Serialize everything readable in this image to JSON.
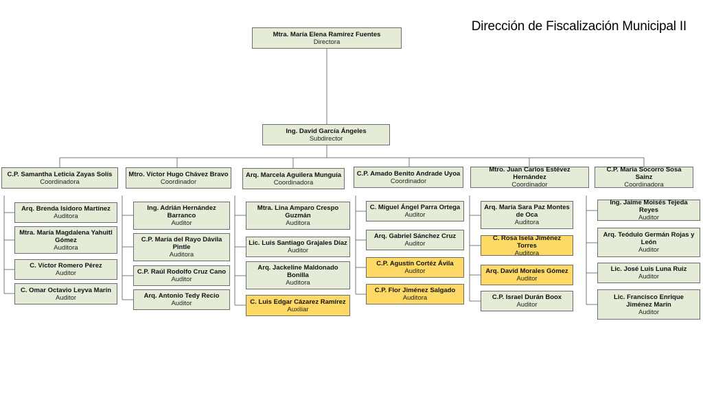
{
  "title": "Dirección de Fiscalización Municipal II",
  "director": {
    "name": "Mtra. María Elena Ramírez Fuentes",
    "role": "Directora"
  },
  "subdirector": {
    "name": "Ing. David García Ángeles",
    "role": "Subdirector"
  },
  "columns": [
    {
      "coordinator": {
        "name": "C.P. Samantha Leticia Zayas Solís",
        "role": "Coordinadora"
      },
      "members": [
        {
          "name": "Arq. Brenda Isidoro Martínez",
          "role": "Auditora",
          "highlight": false
        },
        {
          "name": "Mtra. María Magdalena Yahuitl Gómez",
          "role": "Auditora",
          "highlight": false
        },
        {
          "name": "C. Víctor Romero Pérez",
          "role": "Auditor",
          "highlight": false
        },
        {
          "name": "C. Omar Octavio Leyva Marín",
          "role": "Auditor",
          "highlight": false
        }
      ]
    },
    {
      "coordinator": {
        "name": "Mtro. Víctor Hugo Chávez Bravo",
        "role": "Coordinador"
      },
      "members": [
        {
          "name": "Ing. Adrián Hernández Barranco",
          "role": "Auditor",
          "highlight": false
        },
        {
          "name": "C.P. María del Rayo Dávila Pintle",
          "role": "Auditora",
          "highlight": false
        },
        {
          "name": "C.P. Raúl Rodolfo Cruz Cano",
          "role": "Auditor",
          "highlight": false
        },
        {
          "name": "Arq. Antonio Tedy Recio",
          "role": "Auditor",
          "highlight": false
        }
      ]
    },
    {
      "coordinator": {
        "name": "Arq. Marcela Aguilera Munguía",
        "role": "Coordinadora"
      },
      "members": [
        {
          "name": "Mtra. Lina Amparo Crespo Guzmán",
          "role": "Auditora",
          "highlight": false
        },
        {
          "name": "Lic. Luis Santiago Grajales Díaz",
          "role": "Auditor",
          "highlight": false
        },
        {
          "name": "Arq. Jackeline Maldonado Bonilla",
          "role": "Auditora",
          "highlight": false
        },
        {
          "name": "C. Luis Edgar Cázarez Ramírez",
          "role": "Auxiliar",
          "highlight": true
        }
      ]
    },
    {
      "coordinator": {
        "name": "C.P. Amado Benito Andrade Uyoa",
        "role": "Coordinador"
      },
      "members": [
        {
          "name": "C. Miguel Ángel Parra Ortega",
          "role": "Auditor",
          "highlight": false
        },
        {
          "name": "Arq. Gabriel Sánchez Cruz",
          "role": "Auditor",
          "highlight": false
        },
        {
          "name": "C.P. Agustín Cortéz Ávila",
          "role": "Auditor",
          "highlight": true
        },
        {
          "name": "C.P. Flor Jiménez Salgado",
          "role": "Auditora",
          "highlight": true
        }
      ]
    },
    {
      "coordinator": {
        "name": "Mtro. Juan Carlos Estévez Hernández",
        "role": "Coordinador"
      },
      "members": [
        {
          "name": "Arq. María Sara Paz Montes de Oca",
          "role": "Auditora",
          "highlight": false
        },
        {
          "name": "C. Rosa Isela Jiménez Torres",
          "role": "Auditora",
          "highlight": true
        },
        {
          "name": "Arq. David Morales Gómez",
          "role": "Auditor",
          "highlight": true
        },
        {
          "name": "C.P. Israel Durán Boox",
          "role": "Auditor",
          "highlight": false
        }
      ]
    },
    {
      "coordinator": {
        "name": "C.P. María Socorro Sosa Sainz",
        "role": "Coordinadora"
      },
      "members": [
        {
          "name": "Ing. Jaime Moisés Tejeda Reyes",
          "role": "Auditor",
          "highlight": false
        },
        {
          "name": "Arq. Teódulo Germán Rojas y León",
          "role": "Auditor",
          "highlight": false
        },
        {
          "name": "Lic. José Luis Luna Ruiz",
          "role": "Auditor",
          "highlight": false
        },
        {
          "name": "Lic. Francisco Enrique Jiménez Marín",
          "role": "Auditor",
          "highlight": false
        }
      ]
    }
  ],
  "colors": {
    "box": "#e4ecd8",
    "highlight": "#ffd966",
    "border": "#6b6b6b",
    "line": "#777777"
  }
}
